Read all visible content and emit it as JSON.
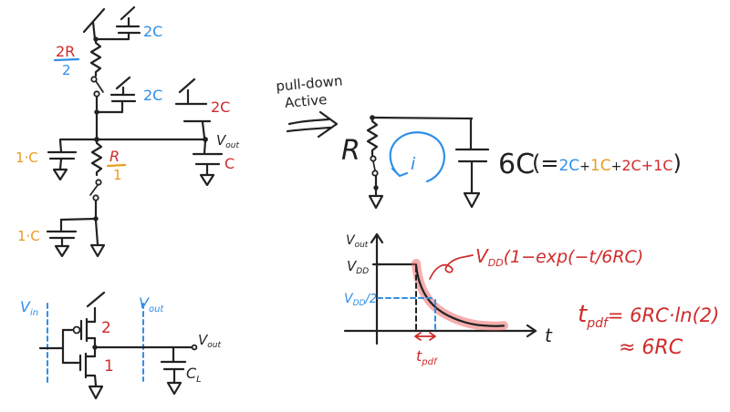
{
  "colors": {
    "ink": "#222222",
    "blue": "#2f8fe8",
    "red": "#cf2b2b",
    "orange": "#eb9b20",
    "highlight": "rgba(236,92,92,0.5)"
  },
  "ladder": {
    "cap_top_label": "2C",
    "cap_mid_label": "2C",
    "frac_top_num": "2R",
    "frac_top_den": "2",
    "frac_bot_num": "R",
    "frac_bot_den": "1",
    "cap_left1_label": "1·C",
    "cap_left2_label": "1·C",
    "cap_out_top_label": "2C",
    "cap_out_bot_label": "C",
    "vout_base": "V",
    "vout_sub": "out"
  },
  "transition": {
    "line1": "pull-down",
    "line2": "Active"
  },
  "rc": {
    "r_label": "R",
    "i_label": "i",
    "c_label": "6C",
    "eq_open": "(=",
    "t1": "2C",
    "plus1": "+",
    "t2": "1C",
    "plus2": "+",
    "t3": "2C+1C",
    "eq_close": ")"
  },
  "graph": {
    "y_base": "V",
    "y_sub": "out",
    "vdd_base": "V",
    "vdd_sub": "DD",
    "half_base": "V",
    "half_sub": "DD",
    "half_rest": "/2",
    "x_label": "t",
    "tpd_base": "t",
    "tpd_sub": "pdf",
    "eq_base": "V",
    "eq_sub": "DD",
    "eq_rest": "(1−exp(−t/6RC)"
  },
  "result": {
    "lhs_base": "t",
    "lhs_sub": "pdf",
    "rhs": "= 6RC·ln(2)",
    "approx": "≈ 6RC"
  },
  "inverter": {
    "vin_base": "V",
    "vin_sub": "in",
    "vout_probe_base": "V",
    "vout_probe_sub": "out",
    "vout_base": "V",
    "vout_sub": "out",
    "pmos_label": "2",
    "nmos_label": "1",
    "cl_base": "C",
    "cl_sub": "L"
  }
}
